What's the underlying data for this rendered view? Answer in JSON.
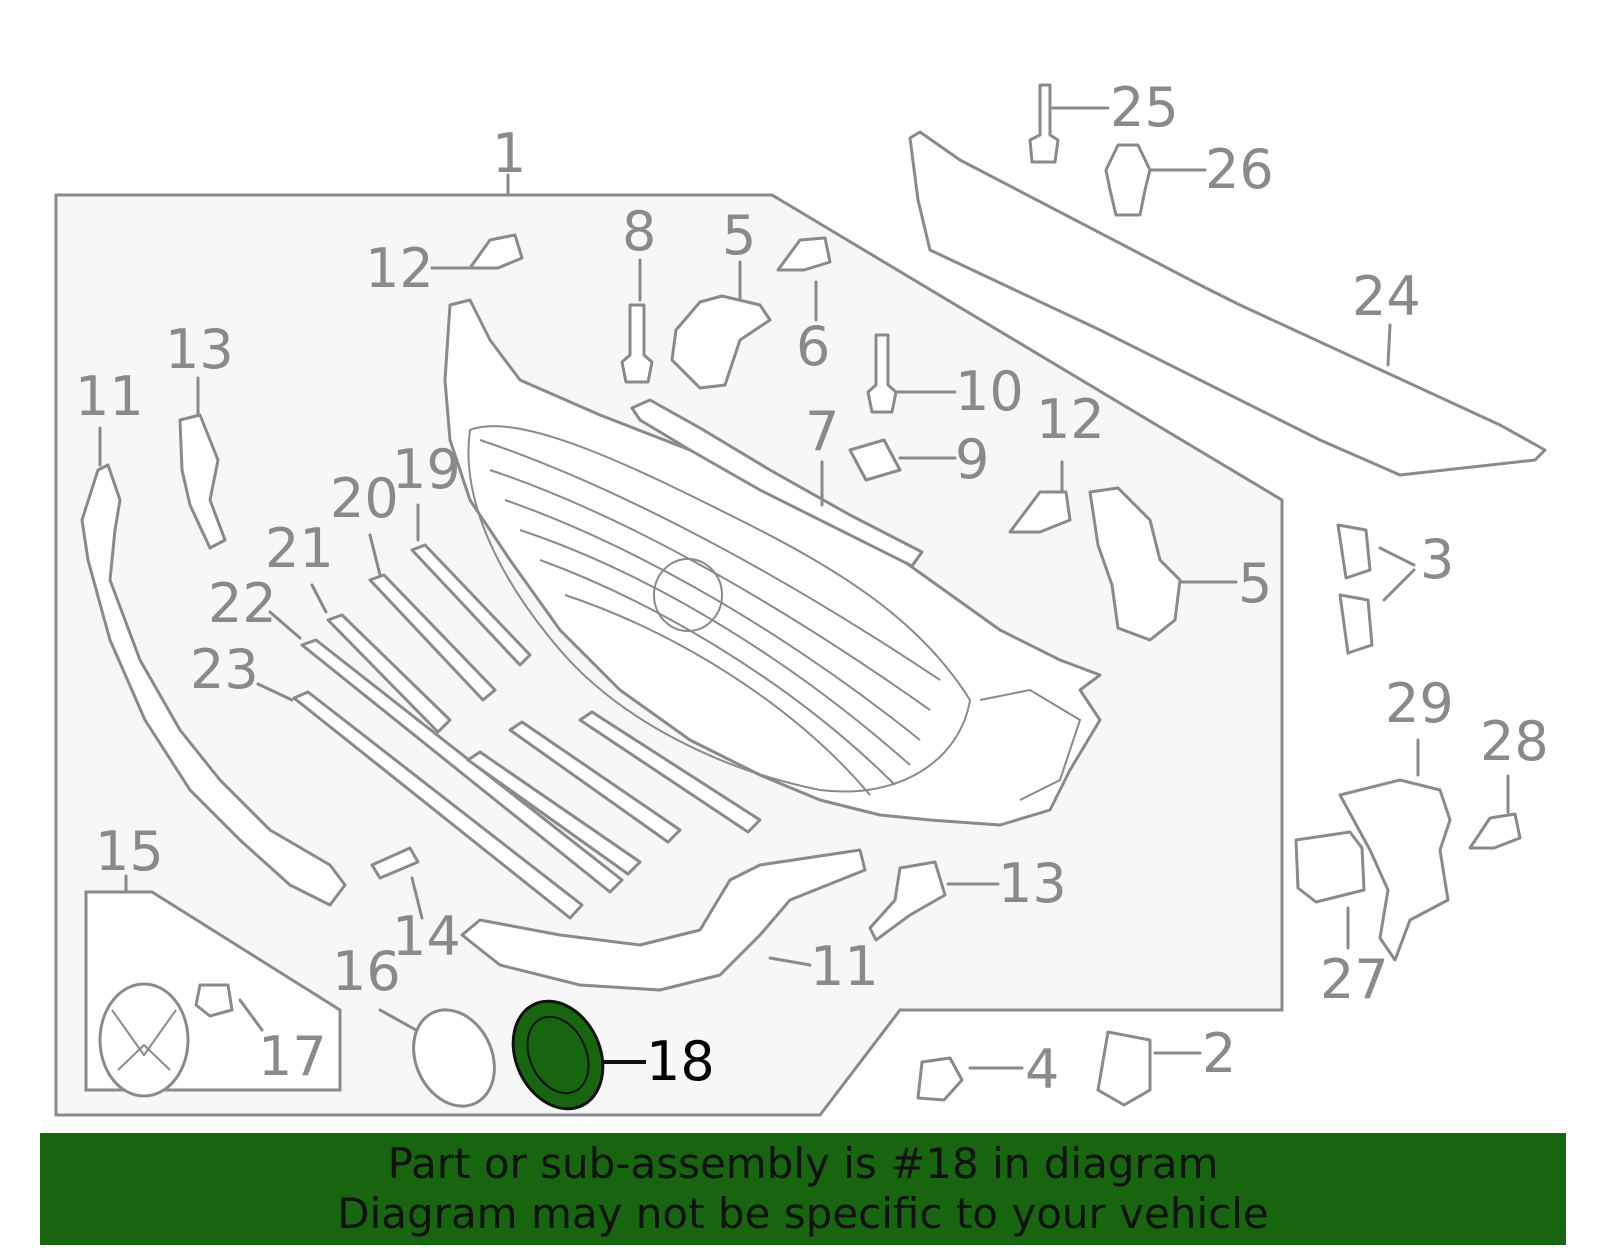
{
  "colors": {
    "line": "#8a8a8a",
    "highlight_fill": "#17650f",
    "banner_bg": "#17650f",
    "text_dark": "#111111"
  },
  "callouts": {
    "c1": "1",
    "c2": "2",
    "c3": "3",
    "c4": "4",
    "c5a": "5",
    "c5b": "5",
    "c6": "6",
    "c7": "7",
    "c8": "8",
    "c9": "9",
    "c10": "10",
    "c11a": "11",
    "c11b": "11",
    "c12a": "12",
    "c12b": "12",
    "c13a": "13",
    "c13b": "13",
    "c14": "14",
    "c15": "15",
    "c16": "16",
    "c17": "17",
    "c18": "18",
    "c19": "19",
    "c20": "20",
    "c21": "21",
    "c22": "22",
    "c23": "23",
    "c24": "24",
    "c25": "25",
    "c26": "26",
    "c27": "27",
    "c28": "28",
    "c29": "29"
  },
  "highlighted_part": "18",
  "banner": {
    "line1": "Part or sub-assembly is #18 in diagram",
    "line2": "Diagram may not be specific to your vehicle"
  }
}
